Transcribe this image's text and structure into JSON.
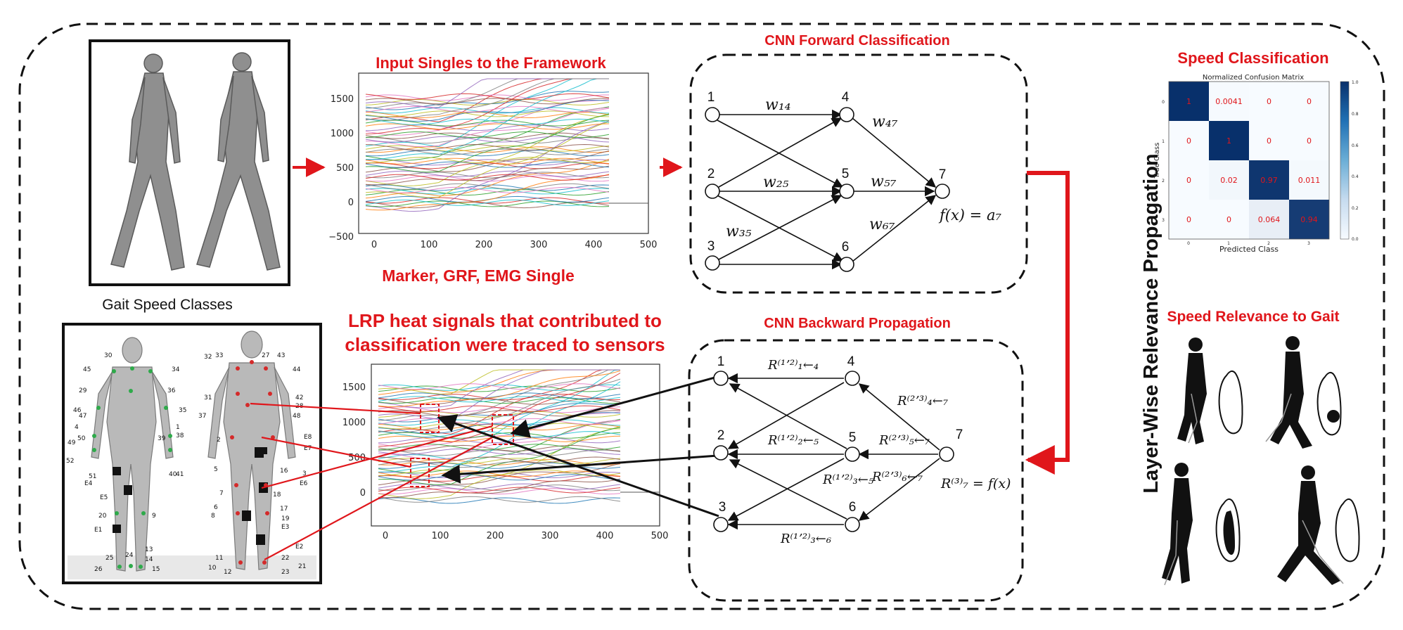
{
  "colors": {
    "accent_red": "#e0161b",
    "matrix_dark": "#08306b",
    "matrix_light": "#f7fbff",
    "matrix_text": "#e0161b"
  },
  "labels": {
    "gait_speed_classes": "Gait Speed Classes",
    "input_signals_title": "Input Singles to the Framework",
    "marker_grf_emg": "Marker, GRF, EMG Single",
    "lrp_line1": "LRP heat signals that contributed to",
    "lrp_line2": "classification were traced to sensors",
    "cnn_forward": "CNN Forward Classification",
    "cnn_backward": "CNN Backward Propagation",
    "lwrp": "Layer-Wise Relevance Propagation",
    "speed_classification": "Speed Classification",
    "speed_relevance": "Speed Relevance to Gait"
  },
  "signal_plot_top": {
    "x_ticks": [
      "0",
      "100",
      "200",
      "300",
      "400",
      "500"
    ],
    "y_ticks": [
      "1500",
      "1000",
      "500",
      "0",
      "−500"
    ]
  },
  "signal_plot_bottom": {
    "x_ticks": [
      "0",
      "100",
      "200",
      "300",
      "400",
      "500"
    ],
    "y_ticks": [
      "1500",
      "1000",
      "500",
      "0"
    ]
  },
  "forward_net": {
    "nodes": [
      "1",
      "2",
      "3",
      "4",
      "5",
      "6",
      "7"
    ],
    "weights": {
      "w14": "w₁₄",
      "w25": "w₂₅",
      "w35": "w₃₅",
      "w47": "w₄₇",
      "w57": "w₅₇",
      "w67": "w₆₇"
    },
    "output": "f(x) = a₇"
  },
  "backward_net": {
    "nodes": [
      "1",
      "2",
      "3",
      "4",
      "5",
      "6",
      "7"
    ],
    "relevances": {
      "r14": "R⁽¹ʼ²⁾₁←₄",
      "r25": "R⁽¹ʼ²⁾₂←₅",
      "r35": "R⁽¹ʼ²⁾₃←₅",
      "r36": "R⁽¹ʼ²⁾₃←₆",
      "r47": "R⁽²ʼ³⁾₄←₇",
      "r57": "R⁽²ʼ³⁾₅←₇",
      "r67": "R⁽²ʼ³⁾₆←₇"
    },
    "output": "R⁽³⁾₇ = f(x)"
  },
  "sensor_labels": {
    "front": [
      "30",
      "34",
      "45",
      "29",
      "36",
      "46",
      "47",
      "4",
      "50",
      "49",
      "52",
      "39",
      "1",
      "38",
      "35",
      "51",
      "E4",
      "E5",
      "40",
      "41",
      "20",
      "9",
      "E1",
      "25",
      "24",
      "14",
      "13",
      "26",
      "15"
    ],
    "back": [
      "32",
      "33",
      "27",
      "43",
      "44",
      "31",
      "42",
      "28",
      "48",
      "37",
      "E8",
      "E7",
      "2",
      "5",
      "16",
      "3",
      "E6",
      "7",
      "18",
      "6",
      "8",
      "17",
      "19",
      "E3",
      "E2",
      "11",
      "22",
      "10",
      "12",
      "21",
      "23"
    ]
  },
  "chart_data": {
    "type": "heatmap",
    "title": "Normalized Confusion Matrix",
    "xlabel": "Predicted Class",
    "ylabel": "True Class",
    "x_categories": [
      "0",
      "1",
      "2",
      "3"
    ],
    "y_categories": [
      "0",
      "1",
      "2",
      "3"
    ],
    "values": [
      [
        1,
        0.0041,
        0,
        0
      ],
      [
        0,
        1,
        0,
        0
      ],
      [
        0,
        0.02,
        0.97,
        0.011
      ],
      [
        0,
        0,
        0.064,
        0.94
      ]
    ],
    "colorbar_ticks": [
      "1.0",
      "0.8",
      "0.6",
      "0.4",
      "0.2",
      "0.0"
    ],
    "zlim": [
      0,
      1
    ]
  }
}
